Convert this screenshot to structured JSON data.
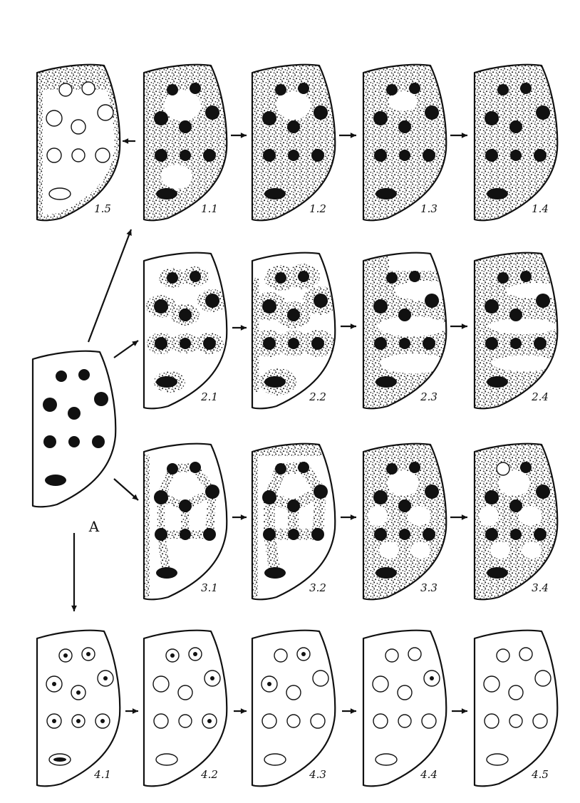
{
  "diagram": {
    "source_label": "A",
    "rows": [
      {
        "name": "row-1",
        "panels": [
          {
            "label": "1.5",
            "fill": "rim",
            "spots": "open"
          },
          {
            "label": "1.1",
            "fill": "full",
            "spots": "solid",
            "holes": "big"
          },
          {
            "label": "1.2",
            "fill": "full",
            "spots": "solid",
            "holes": "one"
          },
          {
            "label": "1.3",
            "fill": "full",
            "spots": "solid",
            "holes": "small"
          },
          {
            "label": "1.4",
            "fill": "full",
            "spots": "solid",
            "holes": "none"
          }
        ]
      },
      {
        "name": "row-2",
        "panels": [
          {
            "label": "2.1",
            "fill": "halo-small",
            "spots": "solid"
          },
          {
            "label": "2.2",
            "fill": "halo-large",
            "spots": "solid"
          },
          {
            "label": "2.3",
            "fill": "bands",
            "spots": "solid"
          },
          {
            "label": "2.4",
            "fill": "bands-wide",
            "spots": "solid"
          }
        ]
      },
      {
        "name": "row-3",
        "panels": [
          {
            "label": "3.1",
            "fill": "net",
            "spots": "solid"
          },
          {
            "label": "3.2",
            "fill": "net-dense",
            "spots": "solid"
          },
          {
            "label": "3.3",
            "fill": "full",
            "spots": "solid",
            "holes": "cells"
          },
          {
            "label": "3.4",
            "fill": "full",
            "spots": "mixed",
            "holes": "cells"
          }
        ]
      },
      {
        "name": "row-4",
        "panels": [
          {
            "label": "4.1",
            "fill": "none",
            "spots": "ringed"
          },
          {
            "label": "4.2",
            "fill": "none",
            "spots": "fading"
          },
          {
            "label": "4.3",
            "fill": "none",
            "spots": "fading-more"
          },
          {
            "label": "4.4",
            "fill": "none",
            "spots": "almost-open"
          },
          {
            "label": "4.5",
            "fill": "none",
            "spots": "open"
          }
        ]
      }
    ]
  }
}
